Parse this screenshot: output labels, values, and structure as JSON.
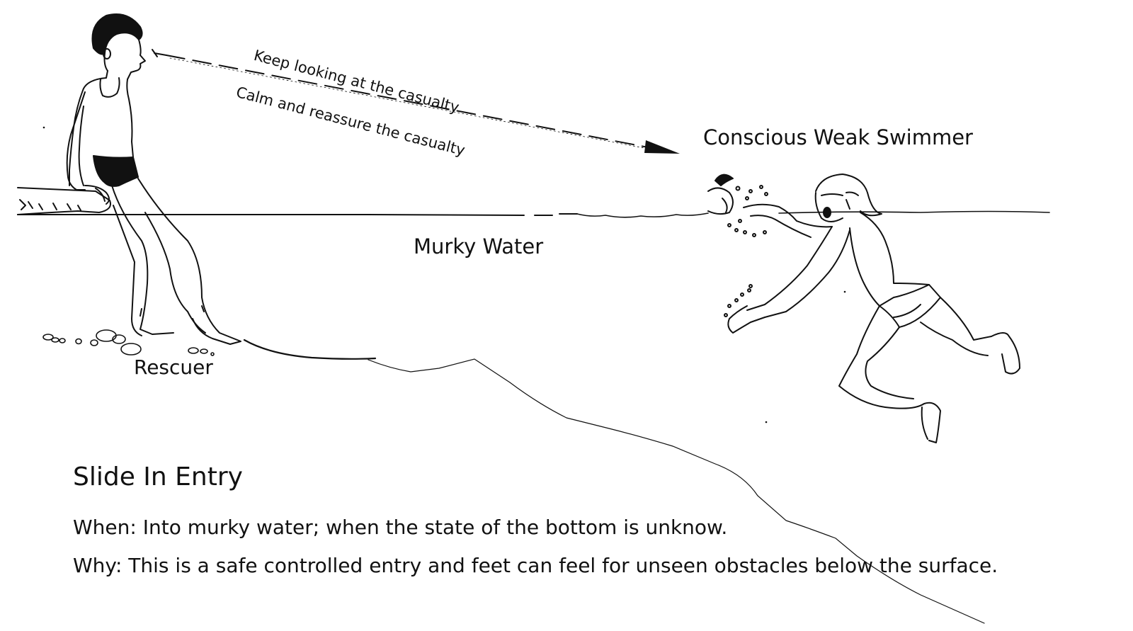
{
  "labels": {
    "keep_looking": "Keep looking at the casualty",
    "calm": "Calm and reassure the casualty",
    "swimmer": "Conscious Weak Swimmer",
    "murky": "Murky Water",
    "rescuer": "Rescuer"
  },
  "entry": {
    "title": "Slide In Entry",
    "when": "When: Into murky water; when the state of the bottom is unknow.",
    "why": "Why: This is a safe controlled entry and feet can feel for unseen obstacles below the surface."
  }
}
